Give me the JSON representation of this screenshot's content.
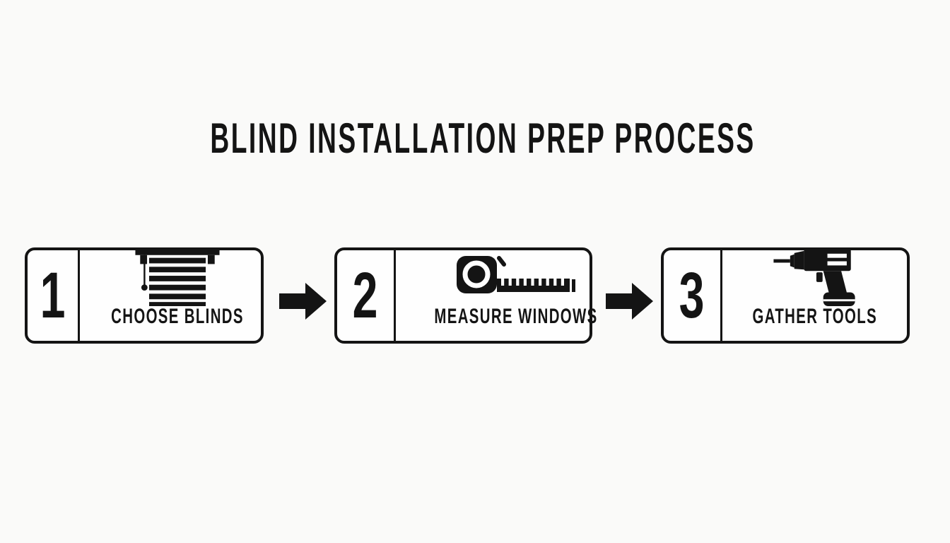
{
  "title": "BLIND INSTALLATION PREP PROCESS",
  "steps": [
    {
      "number": "1",
      "label": "CHOOSE BLINDS",
      "icon": "window-blinds-icon"
    },
    {
      "number": "2",
      "label": "MEASURE WINDOWS",
      "icon": "measuring-tape-icon"
    },
    {
      "number": "3",
      "label": "GATHER TOOLS",
      "icon": "power-drill-icon"
    }
  ],
  "connectors": {
    "icon": "arrow-right-icon"
  },
  "colors": {
    "ink": "#141414",
    "background": "#fafaf9",
    "box_fill": "#fefefe"
  }
}
